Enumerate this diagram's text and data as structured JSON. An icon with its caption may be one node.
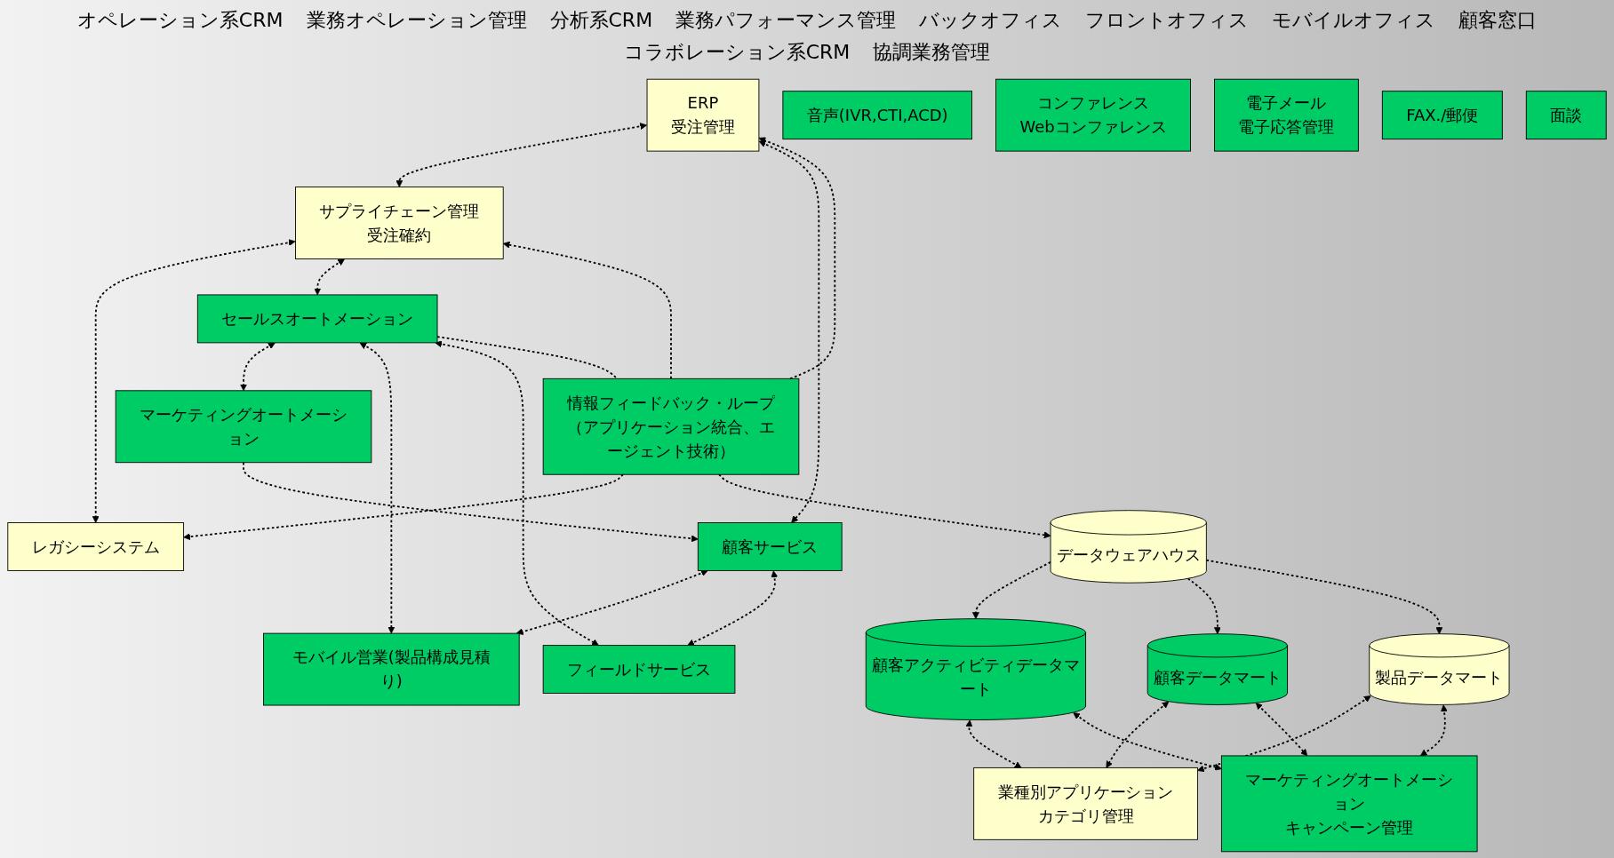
{
  "diagram": {
    "nodes": [
      {
        "text": [
          "ERP",
          "受注管理"
        ]
      },
      {
        "text": [
          "サプライチェーン管理",
          "受注確約"
        ]
      },
      {
        "text": [
          "レガシーシステム"
        ]
      },
      {
        "text": [
          "顧客サービス"
        ]
      },
      {
        "text": [
          "マーケティングオートメーション"
        ]
      },
      {
        "text": [
          "セールスオートメーション"
        ]
      },
      {
        "text": [
          "モバイル営業(製品構成見積り)"
        ]
      },
      {
        "text": [
          "フィールドサービス"
        ]
      },
      {
        "text": [
          "情報フィードバック・ループ",
          "（アプリケーション統合、エージェント技術）"
        ]
      },
      {
        "text": [
          "データウェアハウス"
        ]
      },
      {
        "text": [
          "顧客アクティビティデータマート"
        ]
      },
      {
        "text": [
          "顧客データマート"
        ]
      },
      {
        "text": [
          "製品データマート"
        ]
      },
      {
        "text": [
          "業種別アプリケーション",
          "カテゴリ管理"
        ]
      },
      {
        "text": [
          "マーケティングオートメーション",
          "キャンペーン管理"
        ]
      },
      {
        "text": [
          "音声(IVR,CTI,ACD)"
        ]
      },
      {
        "text": [
          "コンファレンス",
          "Webコンファレンス"
        ]
      },
      {
        "text": [
          "電子メール",
          "電子応答管理"
        ]
      },
      {
        "text": [
          "FAX./郵便"
        ]
      },
      {
        "text": [
          "面談"
        ]
      }
    ],
    "edges": [
      {
        "from": 8,
        "to": 0,
        "arrow": "to",
        "style": "dashed"
      },
      {
        "from": 8,
        "to": 1,
        "arrow": "to",
        "style": "dashed"
      },
      {
        "from": 8,
        "to": 2,
        "arrow": "to",
        "style": "dashed"
      },
      {
        "from": 0,
        "to": 1,
        "arrow": "both",
        "style": "dashed"
      },
      {
        "from": 1,
        "to": 2,
        "arrow": "both",
        "style": "dashed"
      },
      {
        "from": 0,
        "to": 3,
        "arrow": "both",
        "style": "dashed"
      },
      {
        "from": 1,
        "to": 5,
        "arrow": "both",
        "style": "dashed"
      },
      {
        "from": 4,
        "to": 3,
        "arrow": "to",
        "style": "dashed"
      },
      {
        "from": 5,
        "to": 4,
        "arrow": "both",
        "style": "dashed"
      },
      {
        "from": 3,
        "to": 6,
        "arrow": "both",
        "style": "dashed"
      },
      {
        "from": 3,
        "to": 7,
        "arrow": "both",
        "style": "dashed"
      },
      {
        "from": 5,
        "to": 6,
        "arrow": "both",
        "style": "dashed"
      },
      {
        "from": 5,
        "to": 7,
        "arrow": "both",
        "style": "dashed"
      },
      {
        "from": 5,
        "to": 8,
        "arrow": "none",
        "style": "dashed"
      },
      {
        "from": 8,
        "to": 9,
        "arrow": "to",
        "style": "dashed"
      },
      {
        "from": 9,
        "to": 10,
        "arrow": "to",
        "style": "dashed"
      },
      {
        "from": 9,
        "to": 11,
        "arrow": "to",
        "style": "dashed"
      },
      {
        "from": 9,
        "to": 12,
        "arrow": "to",
        "style": "dashed"
      },
      {
        "from": 10,
        "to": 13,
        "arrow": "both",
        "style": "dashed"
      },
      {
        "from": 11,
        "to": 13,
        "arrow": "both",
        "style": "dashed"
      },
      {
        "from": 12,
        "to": 13,
        "arrow": "both",
        "style": "dashed"
      },
      {
        "from": 10,
        "to": 14,
        "arrow": "both",
        "style": "dashed"
      },
      {
        "from": 11,
        "to": 14,
        "arrow": "both",
        "style": "dashed"
      },
      {
        "from": 12,
        "to": 14,
        "arrow": "both",
        "style": "dashed"
      }
    ],
    "labels": [
      "オペレーション系CRM",
      "業務オペレーション管理",
      "分析系CRM",
      "業務パフォーマンス管理",
      "バックオフィス",
      "フロントオフィス",
      "モバイルオフィス",
      "顧客窓口",
      "コラボレーション系CRM",
      "協調業務管理"
    ]
  }
}
